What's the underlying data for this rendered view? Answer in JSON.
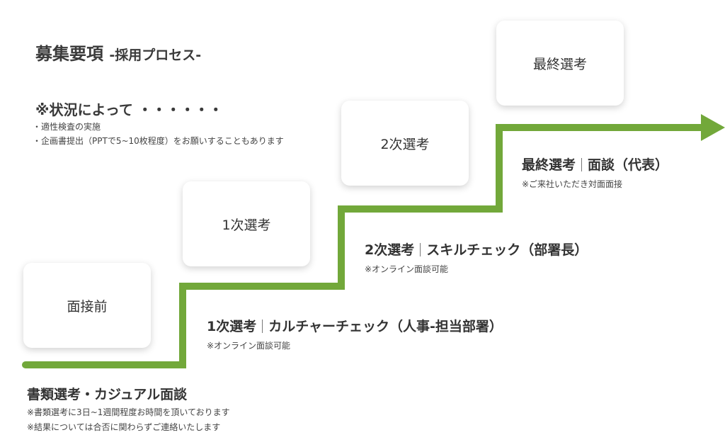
{
  "title": {
    "main": "募集要項",
    "sub": "-採用プロセス-"
  },
  "notes": {
    "heading": "※状況によって ・・・・・・",
    "items": [
      "適性検査の実施",
      "企画書提出（PPTで5~10枚程度）をお願いすることもあります"
    ]
  },
  "steps": [
    {
      "card_label": "面接前"
    },
    {
      "card_label": "1次選考"
    },
    {
      "card_label": "2次選考"
    },
    {
      "card_label": "最終選考"
    }
  ],
  "stages": {
    "document": {
      "title": "書類選考・カジュアル面談",
      "notes": [
        "※書類選考に3日~1週間程度お時間を頂いております",
        "※結果については合否に関わらずご連絡いたします"
      ]
    },
    "first": {
      "title_left": "1次選考",
      "title_right": "カルチャーチェック（人事-担当部署）",
      "note": "※オンライン面談可能"
    },
    "second": {
      "title_left": "2次選考",
      "title_right": "スキルチェック（部署長）",
      "note": "※オンライン面談可能"
    },
    "final": {
      "title_left": "最終選考",
      "title_right": "面談（代表）",
      "note": "※ご来社いただき対面面接"
    }
  },
  "colors": {
    "staircase": "#72a83a",
    "text": "#333333"
  }
}
